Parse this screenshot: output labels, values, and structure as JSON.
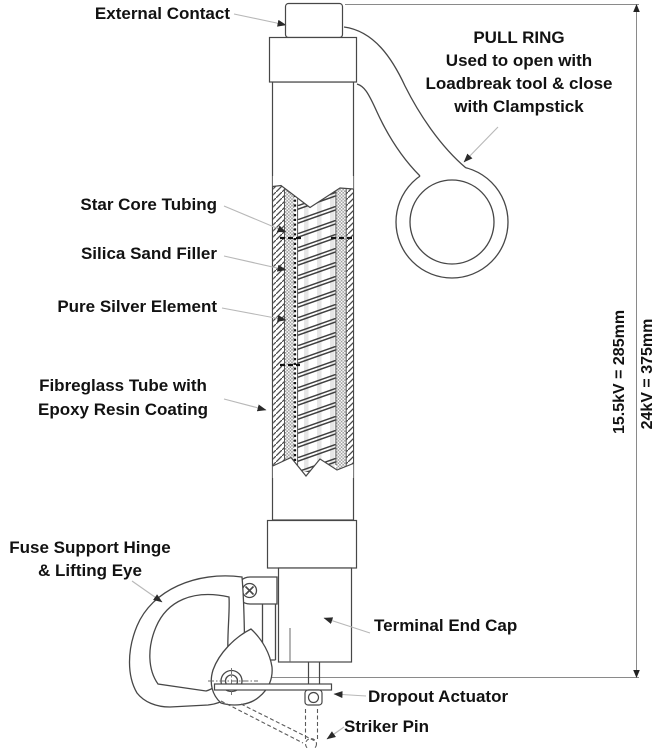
{
  "diagram": {
    "labels": {
      "external_contact": "External Contact",
      "star_core_tubing": "Star Core Tubing",
      "silica_sand_filler": "Silica Sand Filler",
      "pure_silver_element": "Pure Silver Element",
      "fibreglass_1": "Fibreglass Tube with",
      "fibreglass_2": "Epoxy Resin Coating",
      "hinge_1": "Fuse Support Hinge",
      "hinge_2": "& Lifting Eye",
      "terminal_end_cap": "Terminal End Cap",
      "dropout_actuator": "Dropout Actuator",
      "striker_pin": "Striker Pin"
    },
    "pull_ring": {
      "title": "PULL RING",
      "line1": "Used to open with",
      "line2": "Loadbreak tool & close",
      "line3": "with Clampstick"
    },
    "dimensions": {
      "rating_15kv": "15.5kV = 285mm",
      "rating_24kv": "24kV = 375mm"
    },
    "colors": {
      "line": "#474747",
      "leader": "#b8b8b8",
      "text": "#121212",
      "background": "#ffffff"
    }
  }
}
